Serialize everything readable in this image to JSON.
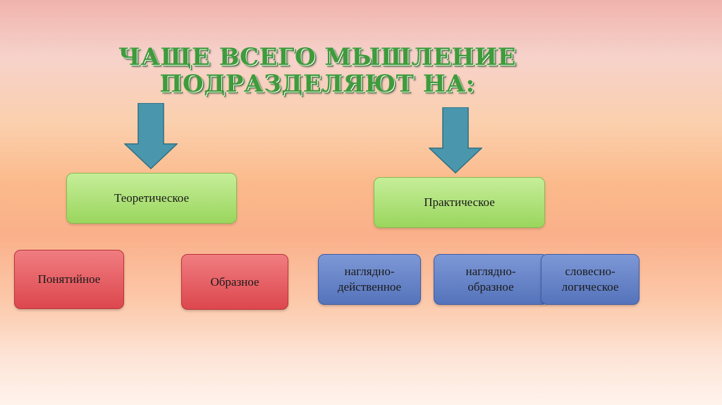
{
  "title": {
    "line1": "Чаще всего мышление",
    "line2": "подразделяют на:"
  },
  "nodes": {
    "theoretical": "Теоретическое",
    "practical": "Практическое",
    "conceptual": "Понятийное",
    "figurative": "Образное",
    "visual_action": "наглядно-действенное",
    "visual_figurative": "наглядно-образное",
    "verbal_logical": "словесно-логическое"
  },
  "icons": {
    "arrow": "arrow-down-icon"
  },
  "colors": {
    "title": "#3f9b3b",
    "arrow": "#4a97ad",
    "green_box": "#9ad65d",
    "red_box": "#dc474d",
    "blue_box": "#5573bb"
  }
}
